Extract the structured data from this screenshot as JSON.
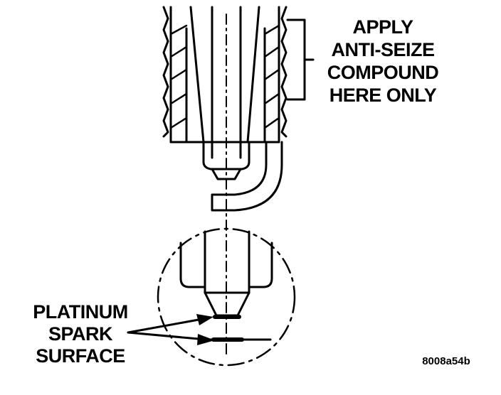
{
  "callouts": {
    "anti_seize": {
      "lines": [
        "APPLY",
        "ANTI-SEIZE",
        "COMPOUND",
        "HERE ONLY"
      ]
    },
    "platinum": {
      "lines": [
        "PLATINUM",
        "SPARK",
        "SURFACE"
      ]
    }
  },
  "figure_code": "8008a54b",
  "colors": {
    "ink": "#000000",
    "paper": "#ffffff"
  }
}
